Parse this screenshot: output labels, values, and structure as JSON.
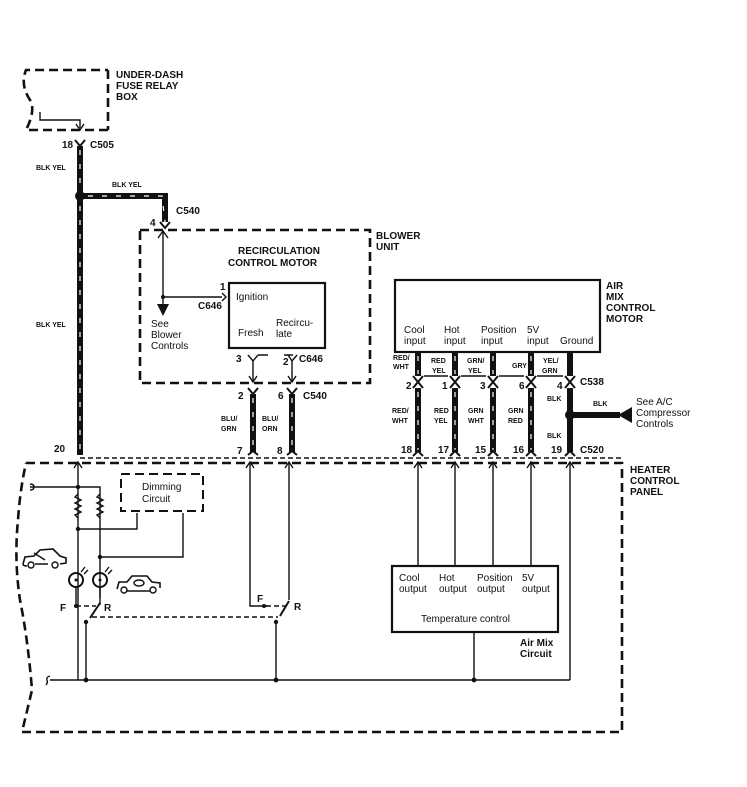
{
  "diagram": {
    "type": "wiring-schematic",
    "components": {
      "fuse_box": {
        "title_lines": [
          "UNDER-DASH",
          "FUSE RELAY",
          "BOX"
        ]
      },
      "blower_unit": {
        "title_lines": [
          "BLOWER",
          "UNIT"
        ]
      },
      "recirc_motor": {
        "title_lines": [
          "RECIRCULATION",
          "CONTROL MOTOR"
        ],
        "terminals": {
          "ignition": "Ignition",
          "fresh": "Fresh",
          "recirc_lines": [
            "Recircu-",
            "late"
          ]
        }
      },
      "air_mix_motor": {
        "title_lines": [
          "AIR",
          "MIX",
          "CONTROL",
          "MOTOR"
        ],
        "inputs": [
          {
            "lines": [
              "Cool",
              "input"
            ]
          },
          {
            "lines": [
              "Hot",
              "input"
            ]
          },
          {
            "lines": [
              "Position",
              "input"
            ]
          },
          {
            "lines": [
              "5V",
              "input"
            ]
          },
          {
            "lines": [
              "",
              "Ground"
            ]
          }
        ]
      },
      "heater_panel": {
        "title_lines": [
          "HEATER",
          "CONTROL",
          "PANEL"
        ]
      },
      "dimming": {
        "title_lines": [
          "Dimming",
          "Circuit"
        ]
      },
      "temp_control": {
        "outputs": [
          {
            "lines": [
              "Cool",
              "output"
            ]
          },
          {
            "lines": [
              "Hot",
              "output"
            ]
          },
          {
            "lines": [
              "Position",
              "output"
            ]
          },
          {
            "lines": [
              "5V",
              "output"
            ]
          }
        ],
        "label": "Temperature control"
      },
      "air_mix_circuit": {
        "title_lines": [
          "Air Mix",
          "Circuit"
        ]
      },
      "see_blower": {
        "lines": [
          "See",
          "Blower",
          "Controls"
        ]
      },
      "see_ac": {
        "lines": [
          "See A/C",
          "Compressor",
          "Controls"
        ]
      }
    },
    "connectors": {
      "c505": "C505",
      "c540_top": "C540",
      "c646_a": "C646",
      "c646_b": "C646",
      "c540_mid": "C540",
      "c538": "C538",
      "c520": "C520"
    },
    "pins": {
      "p18_c505": "18",
      "p4_c540": "4",
      "p1_c646": "1",
      "p3_c646": "3",
      "p2_c646": "2",
      "p2_c540": "2",
      "p6_c540": "6",
      "p7_c540": "7",
      "p8_c540": "8",
      "p20": "20",
      "am_top": [
        "2",
        "1",
        "3",
        "6",
        "4"
      ],
      "am_bottom": [
        "18",
        "17",
        "15",
        "16",
        "19"
      ]
    },
    "wire_colors": {
      "main_upper": "BLK YEL",
      "main_branch": "BLK YEL",
      "main_lower": "BLK YEL",
      "blower_a": [
        "BLU/",
        "GRN"
      ],
      "blower_b": [
        "BLU/",
        "ORN"
      ],
      "am_top": [
        [
          "RED/",
          "WHT"
        ],
        [
          "RED",
          "YEL"
        ],
        [
          "GRN/",
          "YEL"
        ],
        [
          "GRY"
        ],
        [
          "YEL/",
          "GRN"
        ]
      ],
      "am_bottom": [
        [
          "RED/",
          "WHT"
        ],
        [
          "RED",
          "YEL"
        ],
        [
          "GRN",
          "WHT"
        ],
        [
          "GRN",
          "RED"
        ]
      ],
      "blk_upper": "BLK",
      "blk_lower": "BLK",
      "blk_ac": "BLK"
    },
    "switch_labels": {
      "f1": "F",
      "r1": "R",
      "f2": "F",
      "r2": "R"
    }
  }
}
